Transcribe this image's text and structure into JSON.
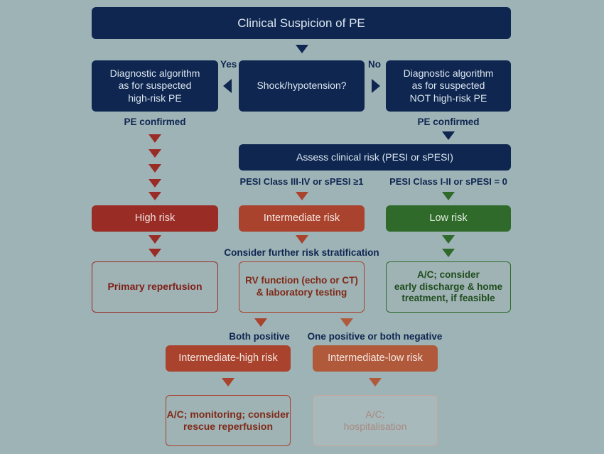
{
  "title": "Clinical Suspicion of PE",
  "branch": {
    "center": "Shock/hypotension?",
    "yes_label": "Yes",
    "no_label": "No",
    "left_box": [
      "Diagnostic algorithm",
      "as for suspected",
      "high-risk PE"
    ],
    "right_box": [
      "Diagnostic algorithm",
      "as for suspected",
      "NOT high-risk PE"
    ],
    "left_confirmed": "PE confirmed",
    "right_confirmed": "PE confirmed"
  },
  "assess": "Assess clinical risk (PESI or sPESI)",
  "pesi_high": "PESI Class III-IV or sPESI ≥1",
  "pesi_low": "PESI Class I-II or sPESI = 0",
  "risk": {
    "high": "High risk",
    "intermediate": "Intermediate risk",
    "low": "Low risk"
  },
  "consider_further": "Consider further risk stratification",
  "outcomes": {
    "primary": "Primary reperfusion",
    "rv": [
      "RV function (echo or CT)",
      "& laboratory testing"
    ],
    "low": [
      "A/C; consider",
      "early discharge & home",
      "treatment, if feasible"
    ]
  },
  "split": {
    "both_positive": "Both positive",
    "one_positive": "One positive or both negative",
    "int_high": "Intermediate-high risk",
    "int_low": "Intermediate-low risk",
    "int_high_action": [
      "A/C; monitoring; consider",
      "rescue reperfusion"
    ],
    "int_low_action": [
      "A/C;",
      "hospitalisation"
    ]
  },
  "colors": {
    "navy": "#0e2650",
    "high_risk": "#9a2c26",
    "intermediate": "#a9432d",
    "low_risk": "#2f6a2b",
    "background": "#9eb3b6"
  }
}
